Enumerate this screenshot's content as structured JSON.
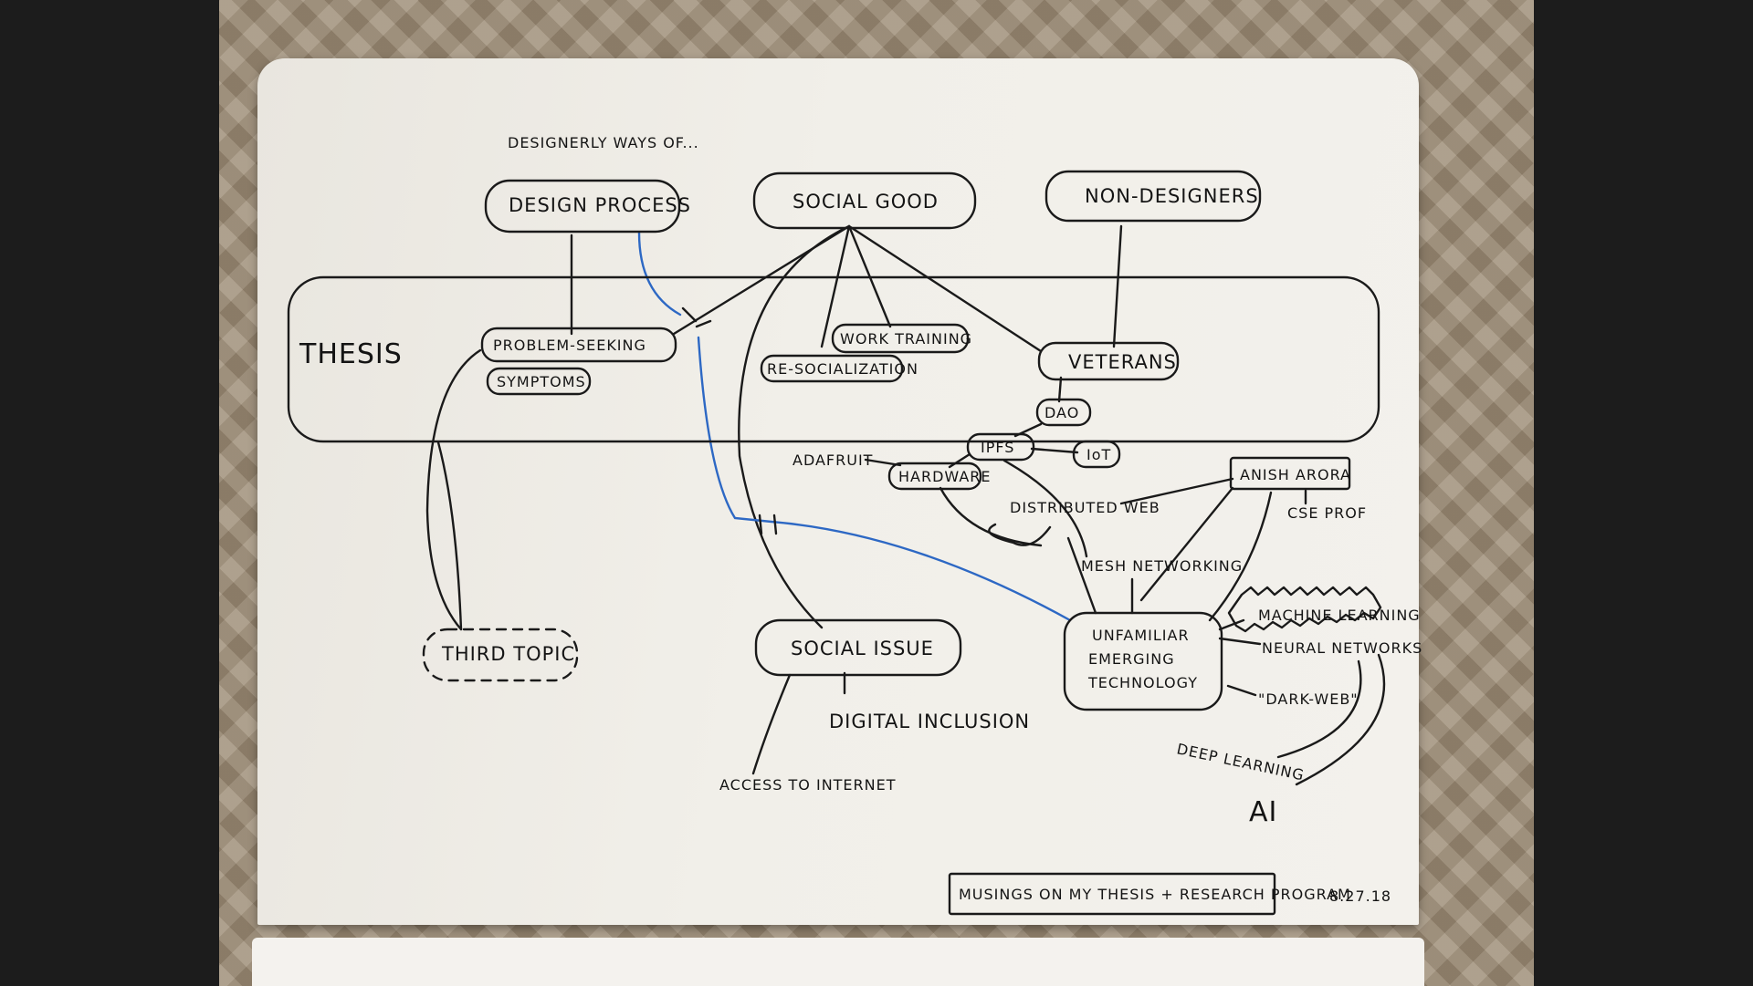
{
  "header": {
    "title": "DESIGNERLY WAYS OF..."
  },
  "nodes": {
    "design_process": "DESIGN PROCESS",
    "social_good": "SOCIAL GOOD",
    "non_designers": "NON-DESIGNERS",
    "thesis": "THESIS",
    "problem_seeking": "PROBLEM-SEEKING",
    "symptoms": "SYMPTOMS",
    "work_training": "WORK TRAINING",
    "re_socialization": "RE-SOCIALIZATION",
    "veterans": "VETERANS",
    "dao": "DAO",
    "ipfs": "IPFS",
    "iot": "IoT",
    "adafruit": "ADAFRUIT",
    "hardware": "HARDWARE",
    "anish_arora": "ANISH ARORA",
    "cse_prof": "CSE PROF",
    "distributed_web": "DISTRIBUTED WEB",
    "mesh_networking": "MESH NETWORKING",
    "machine_learning": "MACHINE LEARNING",
    "neural_networks": "NEURAL NETWORKS",
    "unfamiliar_1": "UNFAMILIAR",
    "unfamiliar_2": "EMERGING",
    "unfamiliar_3": "TECHNOLOGY",
    "dark_web": "\"DARK-WEB\"",
    "deep_learning": "DEEP LEARNING",
    "ai": "AI",
    "third_topic": "THIRD TOPIC",
    "social_issue": "SOCIAL ISSUE",
    "digital_inclusion": "DIGITAL INCLUSION",
    "access_to_internet": "ACCESS TO INTERNET"
  },
  "footer": {
    "caption": "MUSINGS ON MY THESIS + RESEARCH PROGRAM",
    "date": "8.27.18"
  },
  "colors": {
    "ink": "#1a1a1a",
    "blue_pen": "#2d68c4",
    "paper": "#f1efe9"
  }
}
